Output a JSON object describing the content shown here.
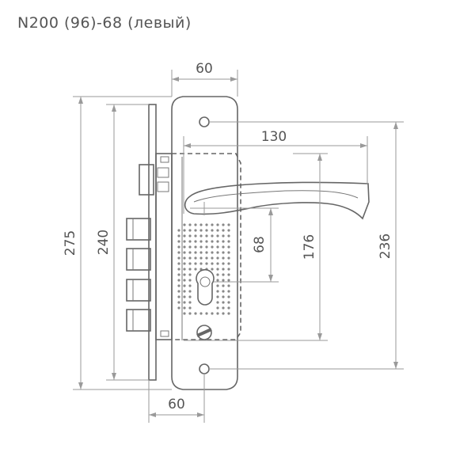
{
  "title": "N200 (96)-68 (левый)",
  "dimensions": {
    "plate_width_top": "60",
    "handle_length": "130",
    "total_height": "275",
    "lock_body_height": "240",
    "backset": "68",
    "axis_to_cylinder": "176",
    "plate_screw_spacing": "236",
    "plate_width_bottom": "60"
  },
  "colors": {
    "line": "#666666",
    "dimension_line": "#9a9a9a",
    "text": "#555555"
  }
}
